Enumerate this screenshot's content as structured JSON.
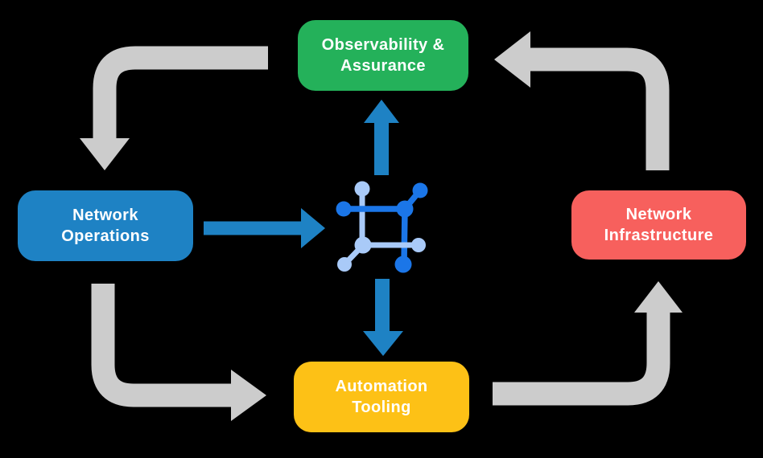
{
  "canvas": {
    "background": "#000000",
    "text_color": "#FFFFFF"
  },
  "nodes": [
    {
      "id": "observability-assurance",
      "lines": [
        "Observability &",
        "Assurance"
      ],
      "color": "#24B15A"
    },
    {
      "id": "network-operations",
      "lines": [
        "Network",
        "Operations"
      ],
      "color": "#1E82C4"
    },
    {
      "id": "network-infrastructure",
      "lines": [
        "Network",
        "Infrastructure"
      ],
      "color": "#F7605D"
    },
    {
      "id": "automation-tooling",
      "lines": [
        "Automation",
        "Tooling"
      ],
      "color": "#FDC116"
    }
  ],
  "hub_icon": {
    "name": "network-mesh-icon",
    "dark_color": "#1B76E8",
    "light_color": "#A9CAF8"
  },
  "arrows": {
    "cycle_color": "#CCCCCC",
    "hub_color": "#1E82C4",
    "flows": [
      {
        "from": "Observability & Assurance",
        "to": "Network Operations",
        "style": "cycle"
      },
      {
        "from": "Network Operations",
        "to": "Automation Tooling",
        "style": "cycle"
      },
      {
        "from": "Automation Tooling",
        "to": "Network Infrastructure",
        "style": "cycle"
      },
      {
        "from": "Network Infrastructure",
        "to": "Observability & Assurance",
        "style": "cycle"
      },
      {
        "from": "Network Operations",
        "to": "hub",
        "style": "hub"
      },
      {
        "from": "hub",
        "to": "Observability & Assurance",
        "style": "hub"
      },
      {
        "from": "hub",
        "to": "Automation Tooling",
        "style": "hub"
      }
    ]
  }
}
